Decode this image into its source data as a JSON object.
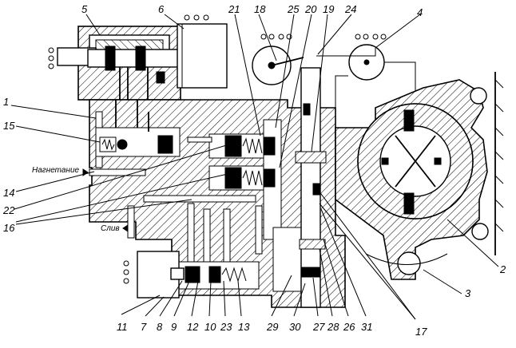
{
  "labels": {
    "l1": "1",
    "l2": "2",
    "l3": "3",
    "l4": "4",
    "l5": "5",
    "l6": "6",
    "l7": "7",
    "l8": "8",
    "l9": "9",
    "l10": "10",
    "l11": "11",
    "l12": "12",
    "l13": "13",
    "l14": "14",
    "l15": "15",
    "l16": "16",
    "l17": "17",
    "l18": "18",
    "l19": "19",
    "l20": "20",
    "l21": "21",
    "l22": "22",
    "l23": "23",
    "l24": "24",
    "l25": "25",
    "l26": "26",
    "l27": "27",
    "l28": "28",
    "l29": "29",
    "l30": "30",
    "l31": "31"
  },
  "ports": {
    "pressure": "Нагнетание",
    "drain": "Слив"
  }
}
